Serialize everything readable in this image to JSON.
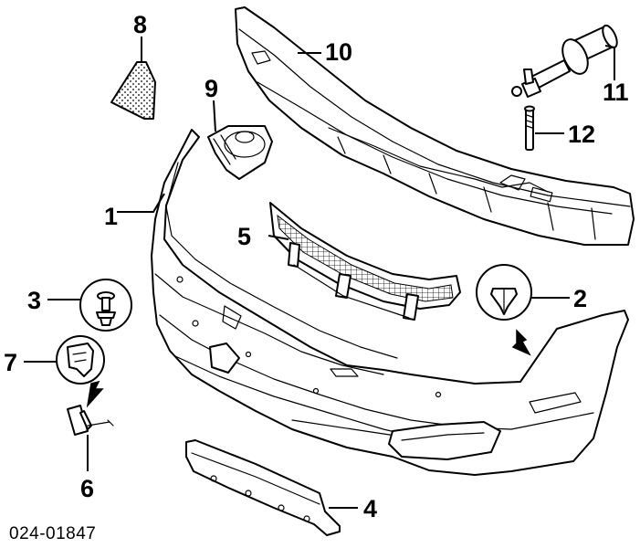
{
  "diagram": {
    "document_number": "024-01847",
    "callouts": [
      {
        "id": "1",
        "label": "1"
      },
      {
        "id": "2",
        "label": "2"
      },
      {
        "id": "3",
        "label": "3"
      },
      {
        "id": "4",
        "label": "4"
      },
      {
        "id": "5",
        "label": "5"
      },
      {
        "id": "6",
        "label": "6"
      },
      {
        "id": "7",
        "label": "7"
      },
      {
        "id": "8",
        "label": "8"
      },
      {
        "id": "9",
        "label": "9"
      },
      {
        "id": "10",
        "label": "10"
      },
      {
        "id": "11",
        "label": "11"
      },
      {
        "id": "12",
        "label": "12"
      }
    ]
  }
}
